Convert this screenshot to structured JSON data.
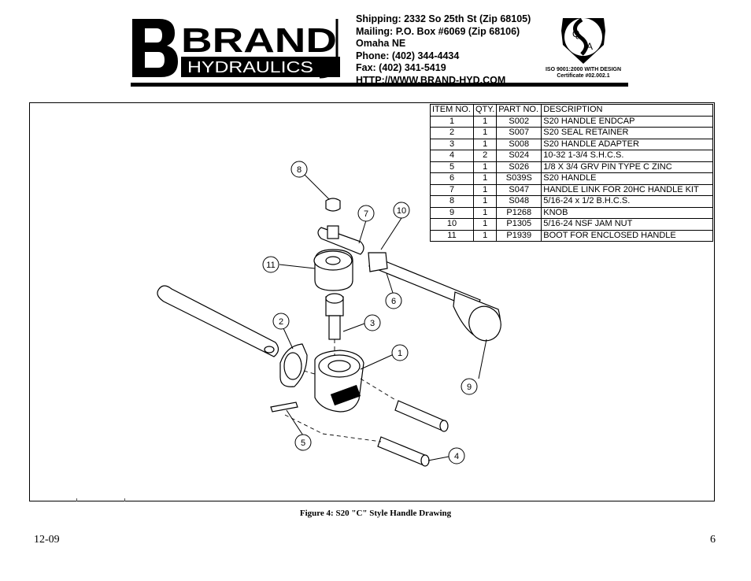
{
  "header": {
    "brand_wordmark": "BRAND",
    "brand_sub": "HYDRAULICS",
    "contact_lines": [
      "Shipping: 2332 So 25th St (Zip 68105)",
      "Mailing: P.O. Box #6069 (Zip 68106)",
      "Omaha NE",
      "Phone: (402) 344-4434",
      "Fax: (402) 341-5419",
      "HTTP://WWW.BRAND-HYD.COM"
    ],
    "qa_letters": [
      "Q",
      "A"
    ],
    "iso_line1": "ISO 9001:2000 WITH DESIGN",
    "iso_line2": "Certificate #02.002.1"
  },
  "bom": {
    "headers": [
      "ITEM NO.",
      "QTY.",
      "PART NO.",
      "DESCRIPTION"
    ],
    "rows": [
      [
        "1",
        "1",
        "S002",
        "S20 HANDLE ENDCAP"
      ],
      [
        "2",
        "1",
        "S007",
        "S20 SEAL RETAINER"
      ],
      [
        "3",
        "1",
        "S008",
        "S20 HANDLE ADAPTER"
      ],
      [
        "4",
        "2",
        "S024",
        "10-32 1-3/4 S.H.C.S."
      ],
      [
        "5",
        "1",
        "S026",
        "1/8 X 3/4 GRV PIN TYPE C ZINC"
      ],
      [
        "6",
        "1",
        "S039S",
        "S20 HANDLE"
      ],
      [
        "7",
        "1",
        "S047",
        "HANDLE LINK FOR 20HC HANDLE KIT"
      ],
      [
        "8",
        "1",
        "S048",
        "5/16-24 x 1/2 B.H.C.S."
      ],
      [
        "9",
        "1",
        "P1268",
        "KNOB"
      ],
      [
        "10",
        "1",
        "P1305",
        "5/16-24 NSF JAM NUT"
      ],
      [
        "11",
        "1",
        "P1939",
        "BOOT FOR ENCLOSED HANDLE"
      ]
    ]
  },
  "balloons": [
    "8",
    "7",
    "10",
    "11",
    "6",
    "2",
    "3",
    "1",
    "9",
    "5",
    "4"
  ],
  "caption": "Figure 4: S20 \"C\" Style Handle Drawing",
  "footer": {
    "date": "12-09",
    "page": "6"
  }
}
